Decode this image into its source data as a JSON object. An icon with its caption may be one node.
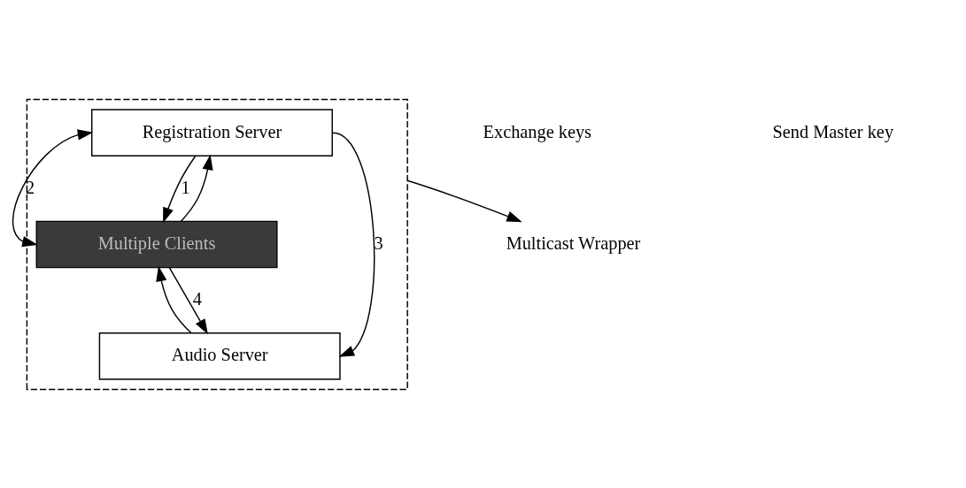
{
  "diagram": {
    "nodes": [
      {
        "text": [
          "Multicast Wrapper"
        ]
      },
      {
        "text": [],
        "shape": "box"
      },
      {
        "text": [
          "Registration Server"
        ],
        "in": 1
      },
      {
        "text": [
          "Multiple Clients"
        ],
        "in": 1
      },
      {
        "text": [
          "Audio Server"
        ],
        "in": 1
      }
    ],
    "edges": [
      {
        "from": 1,
        "to": 0,
        "arrow": "to"
      },
      {
        "from": 2,
        "to": 3,
        "arrow": "to",
        "label": "1"
      },
      {
        "from": 3,
        "to": 2,
        "arrow": "to"
      },
      {
        "from": 3,
        "to": 4,
        "arrow": "to",
        "label": "4"
      },
      {
        "from": 4,
        "to": 3,
        "arrow": "to"
      },
      {
        "from": 2,
        "to": 3,
        "arrow": "both",
        "label": "2"
      },
      {
        "from": 2,
        "to": 4,
        "arrow": "to",
        "label": "3"
      }
    ],
    "labels": [
      "Exchange keys",
      "Send Master key"
    ]
  }
}
